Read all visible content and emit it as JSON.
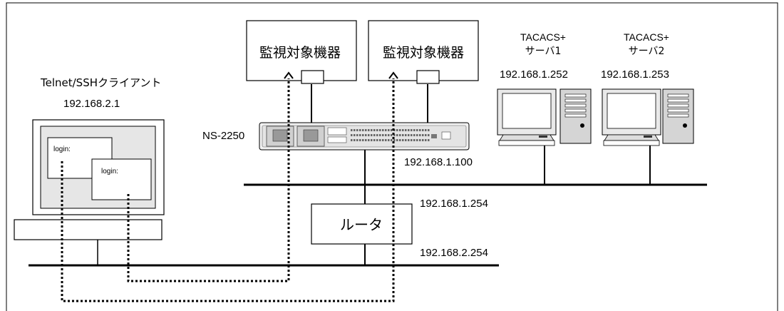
{
  "devices": {
    "monitored_1": "監視対象機器",
    "monitored_2": "監視対象機器",
    "tacacs_1": {
      "line1": "TACACS+",
      "line2": "サーバ1",
      "ip": "192.168.1.252"
    },
    "tacacs_2": {
      "line1": "TACACS+",
      "line2": "サーバ2",
      "ip": "192.168.1.253"
    },
    "client": {
      "title": "Telnet/SSHクライアント",
      "ip": "192.168.2.1",
      "window_1_text": "login:",
      "window_2_text": "login:"
    },
    "ns": {
      "label": "NS-2250",
      "ip": "192.168.1.100"
    },
    "router": {
      "label": "ルータ",
      "ip_upper": "192.168.1.254",
      "ip_lower": "192.168.2.254"
    }
  }
}
